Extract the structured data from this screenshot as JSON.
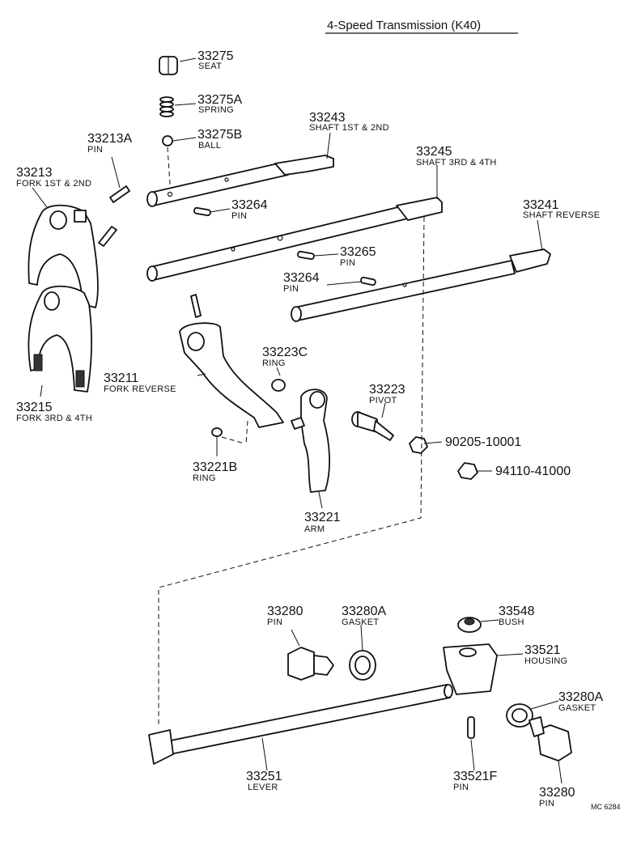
{
  "title": "4-Speed Transmission (K40)",
  "reference": "MC 6284",
  "parts": [
    {
      "number": "33275",
      "name": "SEAT"
    },
    {
      "number": "33275A",
      "name": "SPRING"
    },
    {
      "number": "33275B",
      "name": "BALL"
    },
    {
      "number": "33243",
      "name": "SHAFT 1ST & 2ND"
    },
    {
      "number": "33213A",
      "name": "PIN"
    },
    {
      "number": "33213",
      "name": "FORK 1ST & 2ND"
    },
    {
      "number": "33245",
      "name": "SHAFT 3RD & 4TH"
    },
    {
      "number": "33264",
      "name": "PIN"
    },
    {
      "number": "33241",
      "name": "SHAFT REVERSE"
    },
    {
      "number": "33265",
      "name": "PIN"
    },
    {
      "number": "33264",
      "name": "PIN"
    },
    {
      "number": "33223C",
      "name": "RING"
    },
    {
      "number": "33211",
      "name": "FORK REVERSE"
    },
    {
      "number": "33223",
      "name": "PIVOT"
    },
    {
      "number": "33215",
      "name": "FORK 3RD & 4TH"
    },
    {
      "number": "90205-10001",
      "name": ""
    },
    {
      "number": "94110-41000",
      "name": ""
    },
    {
      "number": "33221B",
      "name": "RING"
    },
    {
      "number": "33221",
      "name": "ARM"
    },
    {
      "number": "33280",
      "name": "PIN"
    },
    {
      "number": "33280A",
      "name": "GASKET"
    },
    {
      "number": "33548",
      "name": "BUSH"
    },
    {
      "number": "33521",
      "name": "HOUSING"
    },
    {
      "number": "33280A",
      "name": "GASKET"
    },
    {
      "number": "33251",
      "name": "LEVER"
    },
    {
      "number": "33521F",
      "name": "PIN"
    },
    {
      "number": "33280",
      "name": "PIN"
    }
  ]
}
